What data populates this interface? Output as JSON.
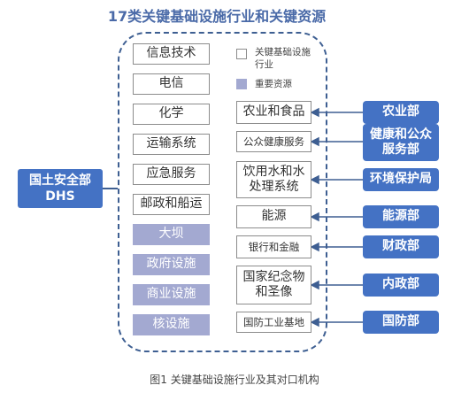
{
  "title": "17类关键基础设施行业和关键资源",
  "caption": "图1  关键基础设施行业及其对口机构",
  "center": {
    "line1": "国土安全部",
    "line2": "DHS"
  },
  "legend": {
    "sector_label": "关键基础设施行业",
    "resource_label": "重要资源",
    "resource_color": "#a3a9d1",
    "dept_color": "#4472c4"
  },
  "left_sectors": [
    {
      "label": "信息技术",
      "type": "sector"
    },
    {
      "label": "电信",
      "type": "sector"
    },
    {
      "label": "化学",
      "type": "sector"
    },
    {
      "label": "运输系统",
      "type": "sector"
    },
    {
      "label": "应急服务",
      "type": "sector"
    },
    {
      "label": "邮政和船运",
      "type": "sector"
    },
    {
      "label": "大坝",
      "type": "resource"
    },
    {
      "label": "政府设施",
      "type": "resource"
    },
    {
      "label": "商业设施",
      "type": "resource"
    },
    {
      "label": "核设施",
      "type": "resource"
    }
  ],
  "right_sectors": [
    {
      "label": "农业和食品"
    },
    {
      "label": "公众健康服务"
    },
    {
      "label": "饮用水和水处理系统"
    },
    {
      "label": "能源"
    },
    {
      "label": "银行和金融"
    },
    {
      "label": "国家纪念物和圣像"
    },
    {
      "label": "国防工业基地"
    }
  ],
  "departments": [
    {
      "label": "农业部"
    },
    {
      "label": "健康和公众服务部"
    },
    {
      "label": "环境保护局"
    },
    {
      "label": "能源部"
    },
    {
      "label": "财政部"
    },
    {
      "label": "内政部"
    },
    {
      "label": "国防部"
    }
  ]
}
